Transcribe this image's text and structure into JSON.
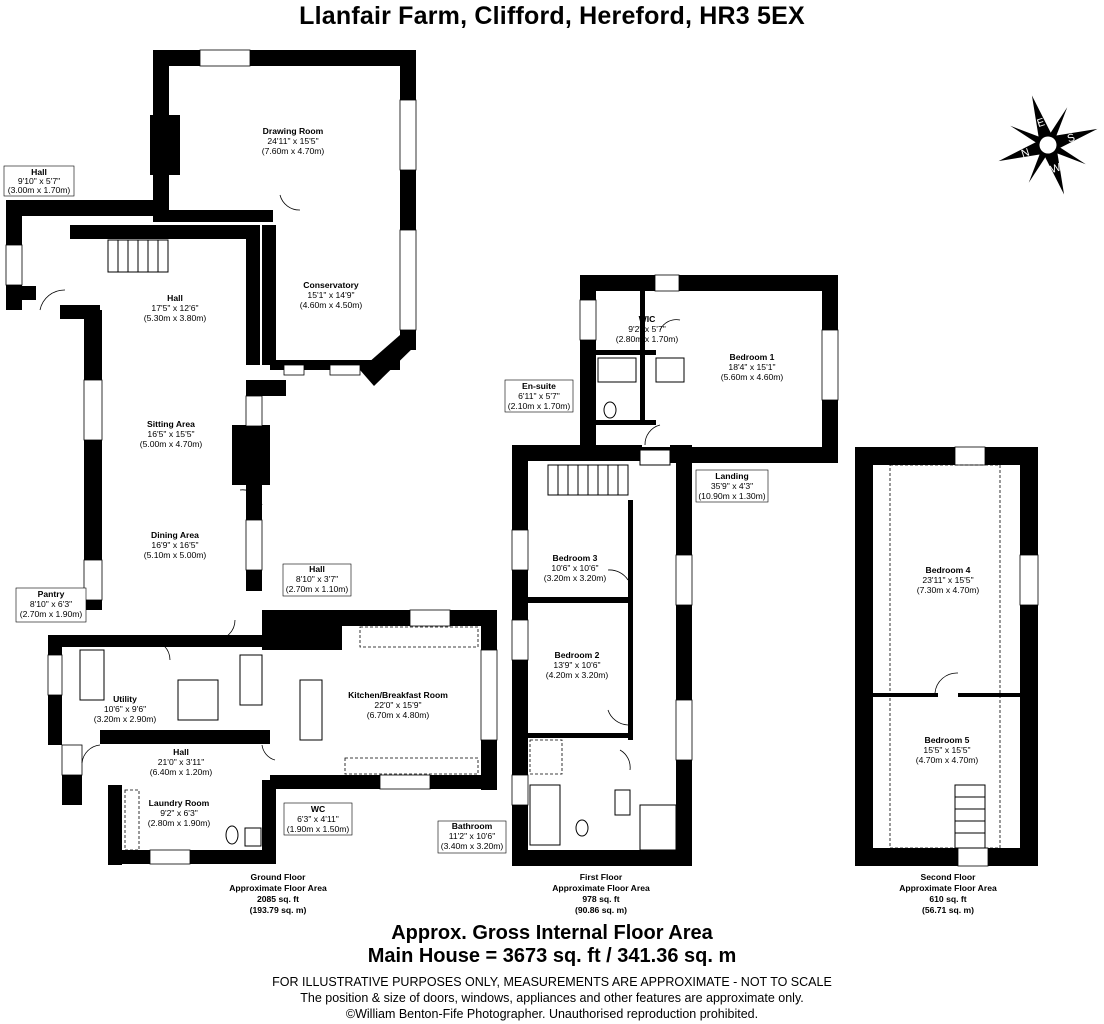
{
  "title": "Llanfair Farm, Clifford, Hereford, HR3 5EX",
  "compass": {
    "letters": [
      "N",
      "E",
      "S",
      "W"
    ],
    "icon": "compass-rose-icon"
  },
  "rooms": {
    "hall_top": {
      "name": "Hall",
      "imperial": "9'10\" x 5'7\"",
      "metric": "(3.00m x 1.70m)"
    },
    "drawing_room": {
      "name": "Drawing Room",
      "imperial": "24'11\" x 15'5\"",
      "metric": "(7.60m x 4.70m)"
    },
    "conservatory": {
      "name": "Conservatory",
      "imperial": "15'1\" x 14'9\"",
      "metric": "(4.60m x 4.50m)"
    },
    "hall_main": {
      "name": "Hall",
      "imperial": "17'5\" x 12'6\"",
      "metric": "(5.30m x 3.80m)"
    },
    "sitting_area": {
      "name": "Sitting Area",
      "imperial": "16'5\" x 15'5\"",
      "metric": "(5.00m x 4.70m)"
    },
    "dining_area": {
      "name": "Dining Area",
      "imperial": "16'9\" x 16'5\"",
      "metric": "(5.10m x 5.00m)"
    },
    "pantry": {
      "name": "Pantry",
      "imperial": "8'10\" x 6'3\"",
      "metric": "(2.70m x 1.90m)"
    },
    "hall_small": {
      "name": "Hall",
      "imperial": "8'10\" x 3'7\"",
      "metric": "(2.70m x 1.10m)"
    },
    "utility": {
      "name": "Utility",
      "imperial": "10'6\" x 9'6\"",
      "metric": "(3.20m x 2.90m)"
    },
    "kitchen": {
      "name": "Kitchen/Breakfast Room",
      "imperial": "22'0\" x 15'9\"",
      "metric": "(6.70m x 4.80m)"
    },
    "hall_lower": {
      "name": "Hall",
      "imperial": "21'0\" x 3'11\"",
      "metric": "(6.40m x 1.20m)"
    },
    "laundry": {
      "name": "Laundry Room",
      "imperial": "9'2\" x 6'3\"",
      "metric": "(2.80m x 1.90m)"
    },
    "wc": {
      "name": "WC",
      "imperial": "6'3\" x 4'11\"",
      "metric": "(1.90m x 1.50m)"
    },
    "wic": {
      "name": "WIC",
      "imperial": "9'2\" x 5'7\"",
      "metric": "(2.80m x 1.70m)"
    },
    "bedroom1": {
      "name": "Bedroom 1",
      "imperial": "18'4\" x 15'1\"",
      "metric": "(5.60m x 4.60m)"
    },
    "ensuite": {
      "name": "En-suite",
      "imperial": "6'11\" x 5'7\"",
      "metric": "(2.10m x 1.70m)"
    },
    "landing": {
      "name": "Landing",
      "imperial": "35'9\" x 4'3\"",
      "metric": "(10.90m x 1.30m)"
    },
    "bedroom3": {
      "name": "Bedroom 3",
      "imperial": "10'6\" x 10'6\"",
      "metric": "(3.20m x 3.20m)"
    },
    "bedroom2": {
      "name": "Bedroom 2",
      "imperial": "13'9\" x 10'6\"",
      "metric": "(4.20m x 3.20m)"
    },
    "bathroom": {
      "name": "Bathroom",
      "imperial": "11'2\" x 10'6\"",
      "metric": "(3.40m x 3.20m)"
    },
    "bedroom4": {
      "name": "Bedroom 4",
      "imperial": "23'11\" x 15'5\"",
      "metric": "(7.30m x 4.70m)"
    },
    "bedroom5": {
      "name": "Bedroom 5",
      "imperial": "15'5\" x 15'5\"",
      "metric": "(4.70m x 4.70m)"
    }
  },
  "floors": {
    "ground": {
      "name": "Ground Floor",
      "label": "Approximate Floor Area",
      "sqft": "2085 sq. ft",
      "sqm": "(193.79 sq. m)"
    },
    "first": {
      "name": "First Floor",
      "label": "Approximate Floor Area",
      "sqft": "978 sq. ft",
      "sqm": "(90.86 sq. m)"
    },
    "second": {
      "name": "Second Floor",
      "label": "Approximate Floor Area",
      "sqft": "610 sq. ft",
      "sqm": "(56.71 sq. m)"
    }
  },
  "gross": {
    "line1": "Approx. Gross Internal Floor Area",
    "line2": "Main House = 3673 sq. ft / 341.36 sq. m"
  },
  "disclaimer": {
    "line1": "FOR ILLUSTRATIVE PURPOSES ONLY, MEASUREMENTS ARE APPROXIMATE - NOT TO SCALE",
    "line2": "The position & size of doors, windows, appliances and other features are approximate only.",
    "line3": "©William Benton-Fife Photographer. Unauthorised reproduction prohibited."
  }
}
